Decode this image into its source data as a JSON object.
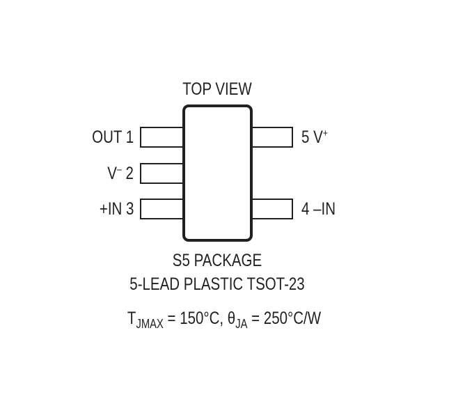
{
  "diagram": {
    "title": "TOP VIEW",
    "package_name": "S5 PACKAGE",
    "package_desc": "5-LEAD PLASTIC TSOT-23",
    "thermal": {
      "tj_symbol": "T",
      "tj_sub": "JMAX",
      "tj_value": " = 150°C, ",
      "theta_symbol": "θ",
      "theta_sub": "JA",
      "theta_value": " = 250°C/W"
    },
    "pins": [
      {
        "number": "1",
        "name": "OUT",
        "side": "left",
        "label": "OUT 1"
      },
      {
        "number": "2",
        "name": "V",
        "sup": "–",
        "side": "left",
        "label_suffix": " 2"
      },
      {
        "number": "3",
        "name": "+IN",
        "side": "left",
        "label": "+IN 3"
      },
      {
        "number": "4",
        "name": "–IN",
        "side": "right",
        "label": "4 –IN"
      },
      {
        "number": "5",
        "name": "V",
        "sup": "+",
        "side": "right",
        "label_prefix": "5 V"
      }
    ],
    "colors": {
      "ink": "#231f20",
      "background": "#ffffff"
    }
  }
}
